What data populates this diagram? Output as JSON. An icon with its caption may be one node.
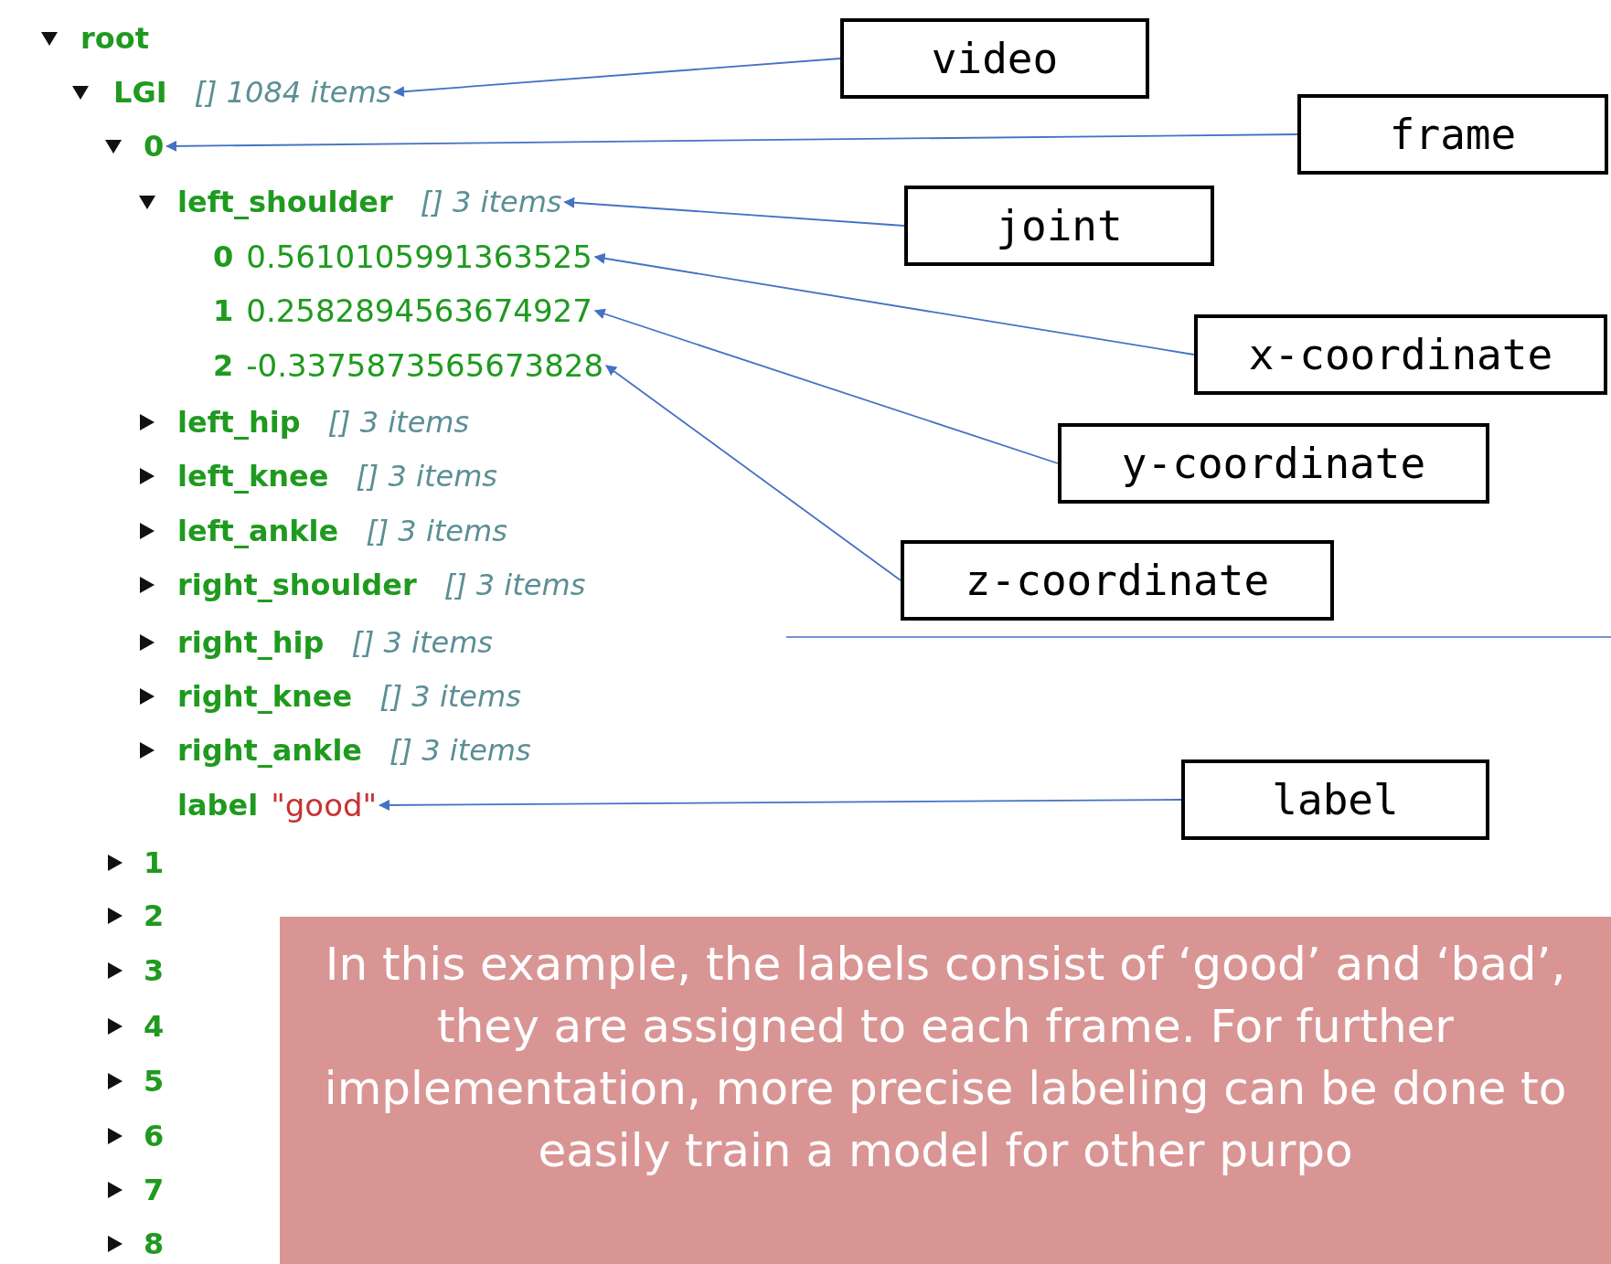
{
  "diagram": {
    "nodes": [
      {
        "text": [
          "LGI",
          "[] 1084 items"
        ]
      },
      {
        "text": [
          "0"
        ]
      },
      {
        "text": [
          "left_shoulder",
          "[] 3 items"
        ]
      },
      {
        "text": [
          "0",
          "0.5610105991363525"
        ]
      },
      {
        "text": [
          "1",
          "0.2582894563674927"
        ]
      },
      {
        "text": [
          "2",
          "-0.3375873565673828"
        ]
      },
      {
        "text": [
          "label",
          "\"good\""
        ]
      },
      {
        "text": [
          "video"
        ]
      },
      {
        "text": [
          "frame"
        ]
      },
      {
        "text": [
          "joint"
        ]
      },
      {
        "text": [
          "x-coordinate"
        ]
      },
      {
        "text": [
          "y-coordinate"
        ]
      },
      {
        "text": [
          "z-coordinate"
        ]
      },
      {
        "text": [
          "label"
        ]
      }
    ],
    "edges": [
      {
        "from": 7,
        "to": 0,
        "arrow": "to"
      },
      {
        "from": 8,
        "to": 1,
        "arrow": "to"
      },
      {
        "from": 9,
        "to": 2,
        "arrow": "to"
      },
      {
        "from": 10,
        "to": 3,
        "arrow": "to"
      },
      {
        "from": 11,
        "to": 4,
        "arrow": "to"
      },
      {
        "from": 12,
        "to": 5,
        "arrow": "to"
      },
      {
        "from": 13,
        "to": 6,
        "arrow": "to"
      }
    ],
    "labels": [
      "root",
      "left_hip",
      "[] 3 items",
      "left_knee",
      "[] 3 items",
      "left_ankle",
      "[] 3 items",
      "right_shoulder",
      "[] 3 items",
      "right_hip",
      "[] 3 items",
      "right_knee",
      "[] 3 items",
      "right_ankle",
      "[] 3 items",
      "1",
      "2",
      "3",
      "4",
      "5",
      "6",
      "7",
      "8",
      "In this example, the labels consist of ‘good’ and ‘bad’, they are assigned to each frame. For further implementation, more precise labeling can be done to easily train a model for other purpo"
    ]
  }
}
